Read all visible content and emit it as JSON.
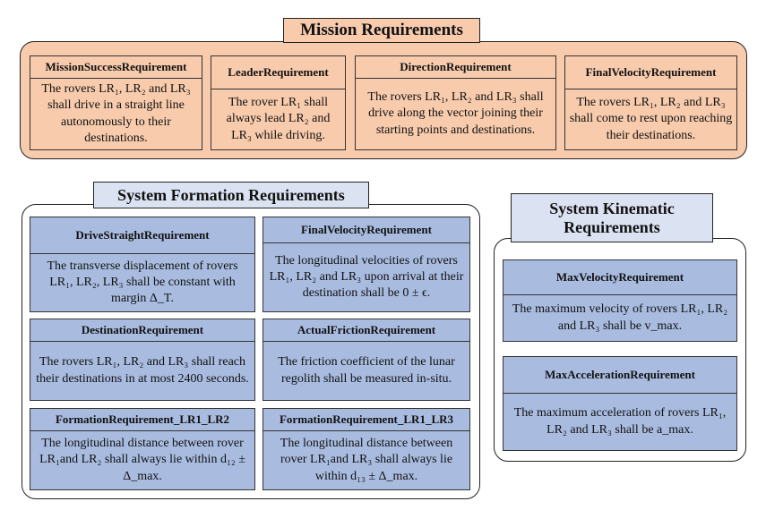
{
  "colors": {
    "mission_fill": "#f8cbad",
    "formation_fill": "#a9bce0",
    "kinematic_title_fill": "#dbe3f3",
    "border": "#222222"
  },
  "mission": {
    "title": "Mission Requirements",
    "items": [
      {
        "name": "MissionSuccessRequirement",
        "text": "The rovers LR₁, LR₂ and LR₃ shall drive in a straight line autonomously to their destinations."
      },
      {
        "name": "LeaderRequirement",
        "text": "The rover LR₁ shall always lead LR₂ and LR₃ while driving."
      },
      {
        "name": "DirectionRequirement",
        "text": "The rovers LR₁, LR₂ and LR₃ shall drive along the vector joining their starting points and destinations."
      },
      {
        "name": "FinalVelocityRequirement",
        "text": "The rovers LR₁, LR₂ and LR₃ shall come to rest upon reaching their destinations."
      }
    ]
  },
  "formation": {
    "title": "System Formation Requirements",
    "items": [
      {
        "name": "DriveStraightRequirement",
        "text": "The transverse displacement of rovers LR₁, LR₂, LR₃ shall be constant with margin Δ_T."
      },
      {
        "name": "FinalVelocityRequirement",
        "text": "The longitudinal velocities of rovers LR₁, LR₂ and LR₃ upon arrival at their destination shall be 0 ± ϵ."
      },
      {
        "name": "DestinationRequirement",
        "text": "The rovers LR₁, LR₂ and LR₃ shall reach their destinations in at most 2400 seconds."
      },
      {
        "name": "ActualFrictionRequirement",
        "text": "The friction coefficient of the lunar regolith shall be measured in-situ."
      },
      {
        "name": "FormationRequirement_LR1_LR2",
        "text": "The longitudinal distance between rover LR₁and LR₂ shall always lie within d₁₂ ± Δ_max."
      },
      {
        "name": "FormationRequirement_LR1_LR3",
        "text": "The longitudinal distance between rover LR₁and LR₃ shall always lie within d₁₃ ± Δ_max."
      }
    ]
  },
  "kinematic": {
    "title": "System Kinematic Requirements",
    "items": [
      {
        "name": "MaxVelocityRequirement",
        "text": "The maximum velocity of rovers LR₁, LR₂ and LR₃ shall be v_max."
      },
      {
        "name": "MaxAccelerationRequirement",
        "text": "The maximum acceleration of rovers LR₁, LR₂ and LR₃ shall be a_max."
      }
    ]
  }
}
